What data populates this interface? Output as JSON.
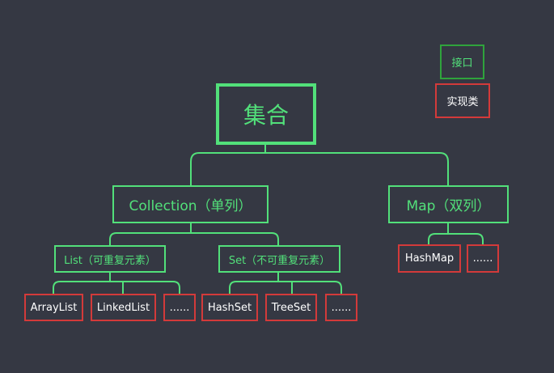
{
  "legend": {
    "interface": "接口",
    "implementation": "实现类"
  },
  "root": "集合",
  "collection": "Collection（单列）",
  "map": "Map（双列）",
  "list": "List（可重复元素）",
  "set": "Set（不可重复元素）",
  "list_impls": [
    "ArrayList",
    "LinkedList",
    "......"
  ],
  "set_impls": [
    "HashSet",
    "TreeSet",
    "......"
  ],
  "map_impls": [
    "HashMap",
    "......"
  ],
  "colors": {
    "background": "#353843",
    "interface": "#52e07a",
    "implementation_border": "#d33a3a",
    "implementation_text": "#ffffff",
    "legend_interface_border": "#2fa33c"
  }
}
